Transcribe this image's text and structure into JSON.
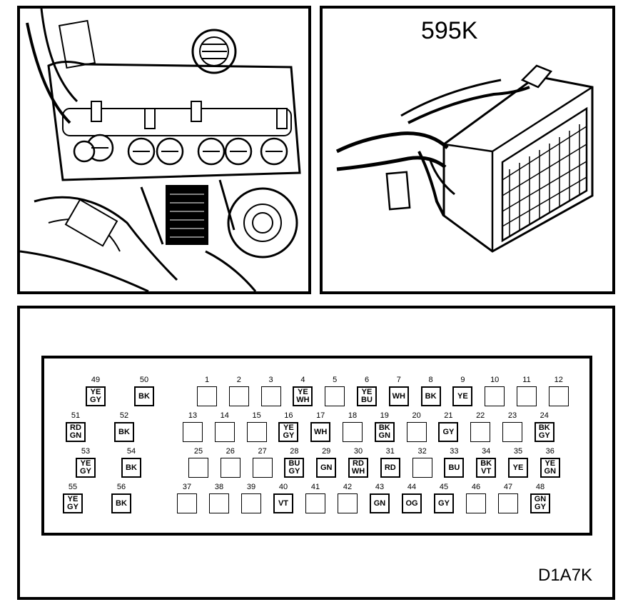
{
  "connector_id": "595K",
  "diagram_code": "D1A7K",
  "pins": [
    {
      "num": "1",
      "wire": []
    },
    {
      "num": "2",
      "wire": []
    },
    {
      "num": "3",
      "wire": []
    },
    {
      "num": "4",
      "wire": [
        "YE",
        "WH"
      ]
    },
    {
      "num": "5",
      "wire": []
    },
    {
      "num": "6",
      "wire": [
        "YE",
        "BU"
      ]
    },
    {
      "num": "7",
      "wire": [
        "WH"
      ]
    },
    {
      "num": "8",
      "wire": [
        "BK"
      ]
    },
    {
      "num": "9",
      "wire": [
        "YE"
      ]
    },
    {
      "num": "10",
      "wire": []
    },
    {
      "num": "11",
      "wire": []
    },
    {
      "num": "12",
      "wire": []
    },
    {
      "num": "13",
      "wire": []
    },
    {
      "num": "14",
      "wire": []
    },
    {
      "num": "15",
      "wire": []
    },
    {
      "num": "16",
      "wire": [
        "YE",
        "GY"
      ]
    },
    {
      "num": "17",
      "wire": [
        "WH"
      ]
    },
    {
      "num": "18",
      "wire": []
    },
    {
      "num": "19",
      "wire": [
        "BK",
        "GN"
      ]
    },
    {
      "num": "20",
      "wire": []
    },
    {
      "num": "21",
      "wire": [
        "GY"
      ]
    },
    {
      "num": "22",
      "wire": []
    },
    {
      "num": "23",
      "wire": []
    },
    {
      "num": "24",
      "wire": [
        "BK",
        "GY"
      ]
    },
    {
      "num": "25",
      "wire": []
    },
    {
      "num": "26",
      "wire": []
    },
    {
      "num": "27",
      "wire": []
    },
    {
      "num": "28",
      "wire": [
        "BU",
        "GY"
      ]
    },
    {
      "num": "29",
      "wire": [
        "GN"
      ]
    },
    {
      "num": "30",
      "wire": [
        "RD",
        "WH"
      ]
    },
    {
      "num": "31",
      "wire": [
        "RD"
      ]
    },
    {
      "num": "32",
      "wire": []
    },
    {
      "num": "33",
      "wire": [
        "BU"
      ]
    },
    {
      "num": "34",
      "wire": [
        "BK",
        "VT"
      ]
    },
    {
      "num": "35",
      "wire": [
        "YE"
      ]
    },
    {
      "num": "36",
      "wire": [
        "YE",
        "GN"
      ]
    },
    {
      "num": "37",
      "wire": []
    },
    {
      "num": "38",
      "wire": []
    },
    {
      "num": "39",
      "wire": []
    },
    {
      "num": "40",
      "wire": [
        "VT"
      ]
    },
    {
      "num": "41",
      "wire": []
    },
    {
      "num": "42",
      "wire": []
    },
    {
      "num": "43",
      "wire": [
        "GN"
      ]
    },
    {
      "num": "44",
      "wire": [
        "OG"
      ]
    },
    {
      "num": "45",
      "wire": [
        "GY"
      ]
    },
    {
      "num": "46",
      "wire": []
    },
    {
      "num": "47",
      "wire": []
    },
    {
      "num": "48",
      "wire": [
        "GN",
        "GY"
      ]
    },
    {
      "num": "49",
      "wire": [
        "YE",
        "GY"
      ]
    },
    {
      "num": "50",
      "wire": [
        "BK"
      ]
    },
    {
      "num": "51",
      "wire": [
        "RD",
        "GN"
      ]
    },
    {
      "num": "52",
      "wire": [
        "BK"
      ]
    },
    {
      "num": "53",
      "wire": [
        "YE",
        "GY"
      ]
    },
    {
      "num": "54",
      "wire": [
        "BK"
      ]
    },
    {
      "num": "55",
      "wire": [
        "YE",
        "GY"
      ]
    },
    {
      "num": "56",
      "wire": [
        "BK"
      ]
    }
  ]
}
